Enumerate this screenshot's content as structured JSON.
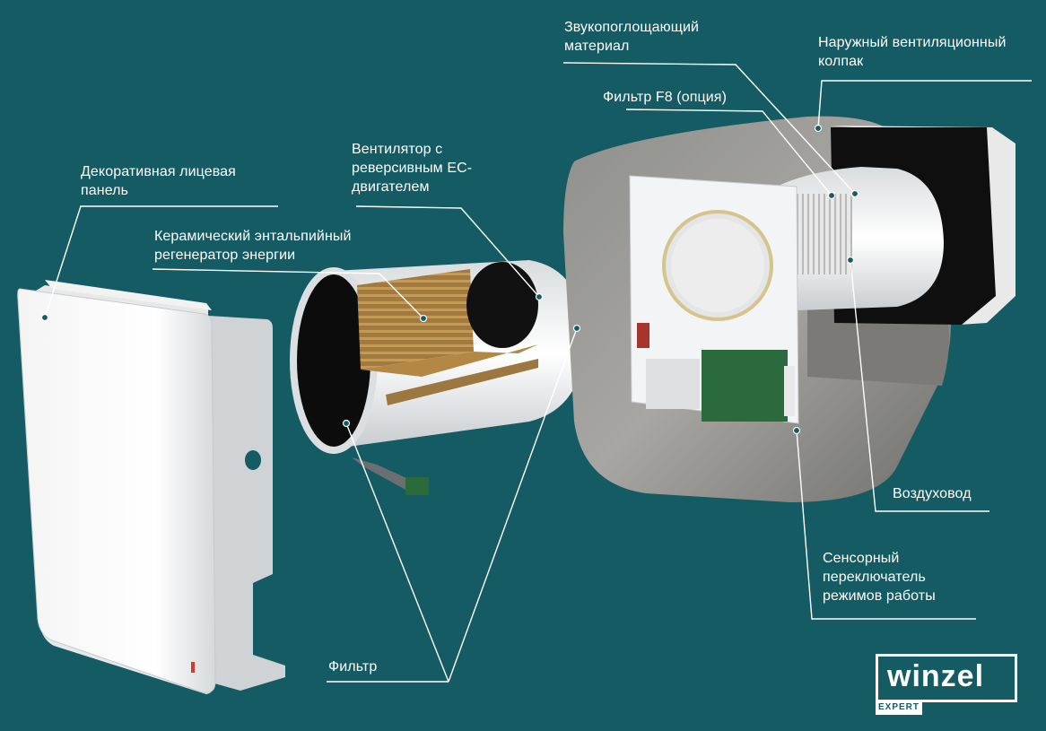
{
  "labels": {
    "sound_absorbing": "Звукопоглощающий материал",
    "outer_hood": "Наружный вентиляционный колпак",
    "filter_f8": "Фильтр F8 (опция)",
    "fan_ec": "Вентилятор с реверсивным ЕС-двигателем",
    "front_panel": "Декоративная лицевая панель",
    "ceramic_regenerator": "Керамический энтальпийный регенератор энергии",
    "air_duct": "Воздуховод",
    "touch_switch": "Сенсорный переключатель режимов работы",
    "filter": "Фильтр"
  },
  "brand": {
    "name": "winzel",
    "sub": "EXPERT"
  },
  "colors": {
    "background": "#145b64",
    "text": "#ffffff",
    "lines": "#ffffff"
  }
}
